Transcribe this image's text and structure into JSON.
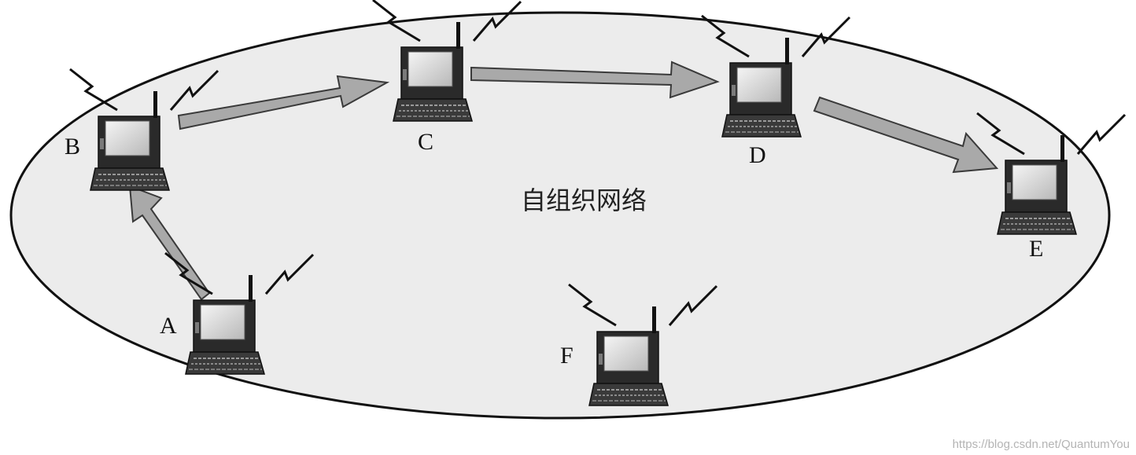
{
  "network": {
    "label": "自组织网络"
  },
  "nodes": [
    {
      "id": "A",
      "label": "A"
    },
    {
      "id": "B",
      "label": "B"
    },
    {
      "id": "C",
      "label": "C"
    },
    {
      "id": "D",
      "label": "D"
    },
    {
      "id": "E",
      "label": "E"
    },
    {
      "id": "F",
      "label": "F"
    }
  ],
  "edges": [
    {
      "from": "A",
      "to": "B"
    },
    {
      "from": "B",
      "to": "C"
    },
    {
      "from": "C",
      "to": "D"
    },
    {
      "from": "D",
      "to": "E"
    }
  ],
  "watermark": "https://blog.csdn.net/QuantumYou",
  "colors": {
    "ellipse_fill": "#ececec",
    "arrow_fill": "#a9a9a9",
    "device_dark": "#262626",
    "screen": "#e4e4e4"
  }
}
